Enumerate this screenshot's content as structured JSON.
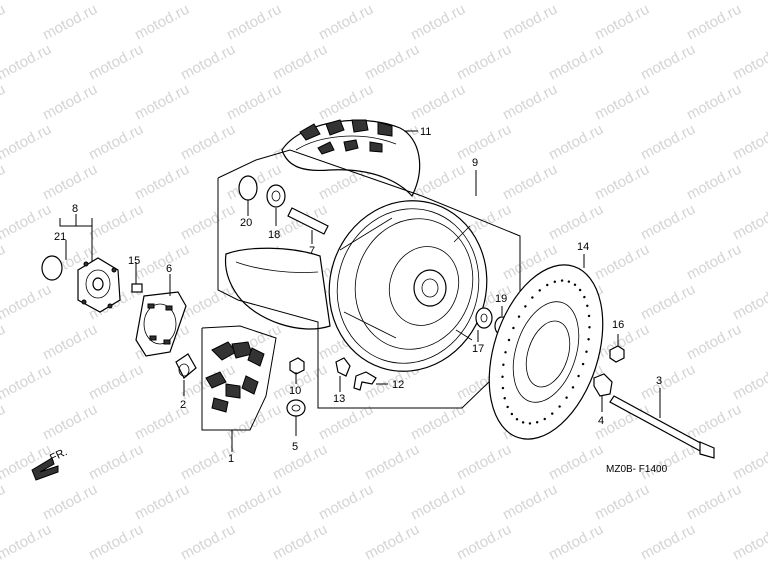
{
  "watermark": "motod.ru",
  "part_numbers": {
    "p1": "1",
    "p2": "2",
    "p3": "3",
    "p4": "4",
    "p5": "5",
    "p6": "6",
    "p7": "7",
    "p8": "8",
    "p9": "9",
    "p10": "10",
    "p11": "11",
    "p12": "12",
    "p13": "13",
    "p14": "14",
    "p15": "15",
    "p16": "16",
    "p17": "17",
    "p18": "18",
    "p19": "19",
    "p20": "20",
    "p21": "21"
  },
  "direction_label": "FR.",
  "diagram_code": "MZ0B- F1400"
}
